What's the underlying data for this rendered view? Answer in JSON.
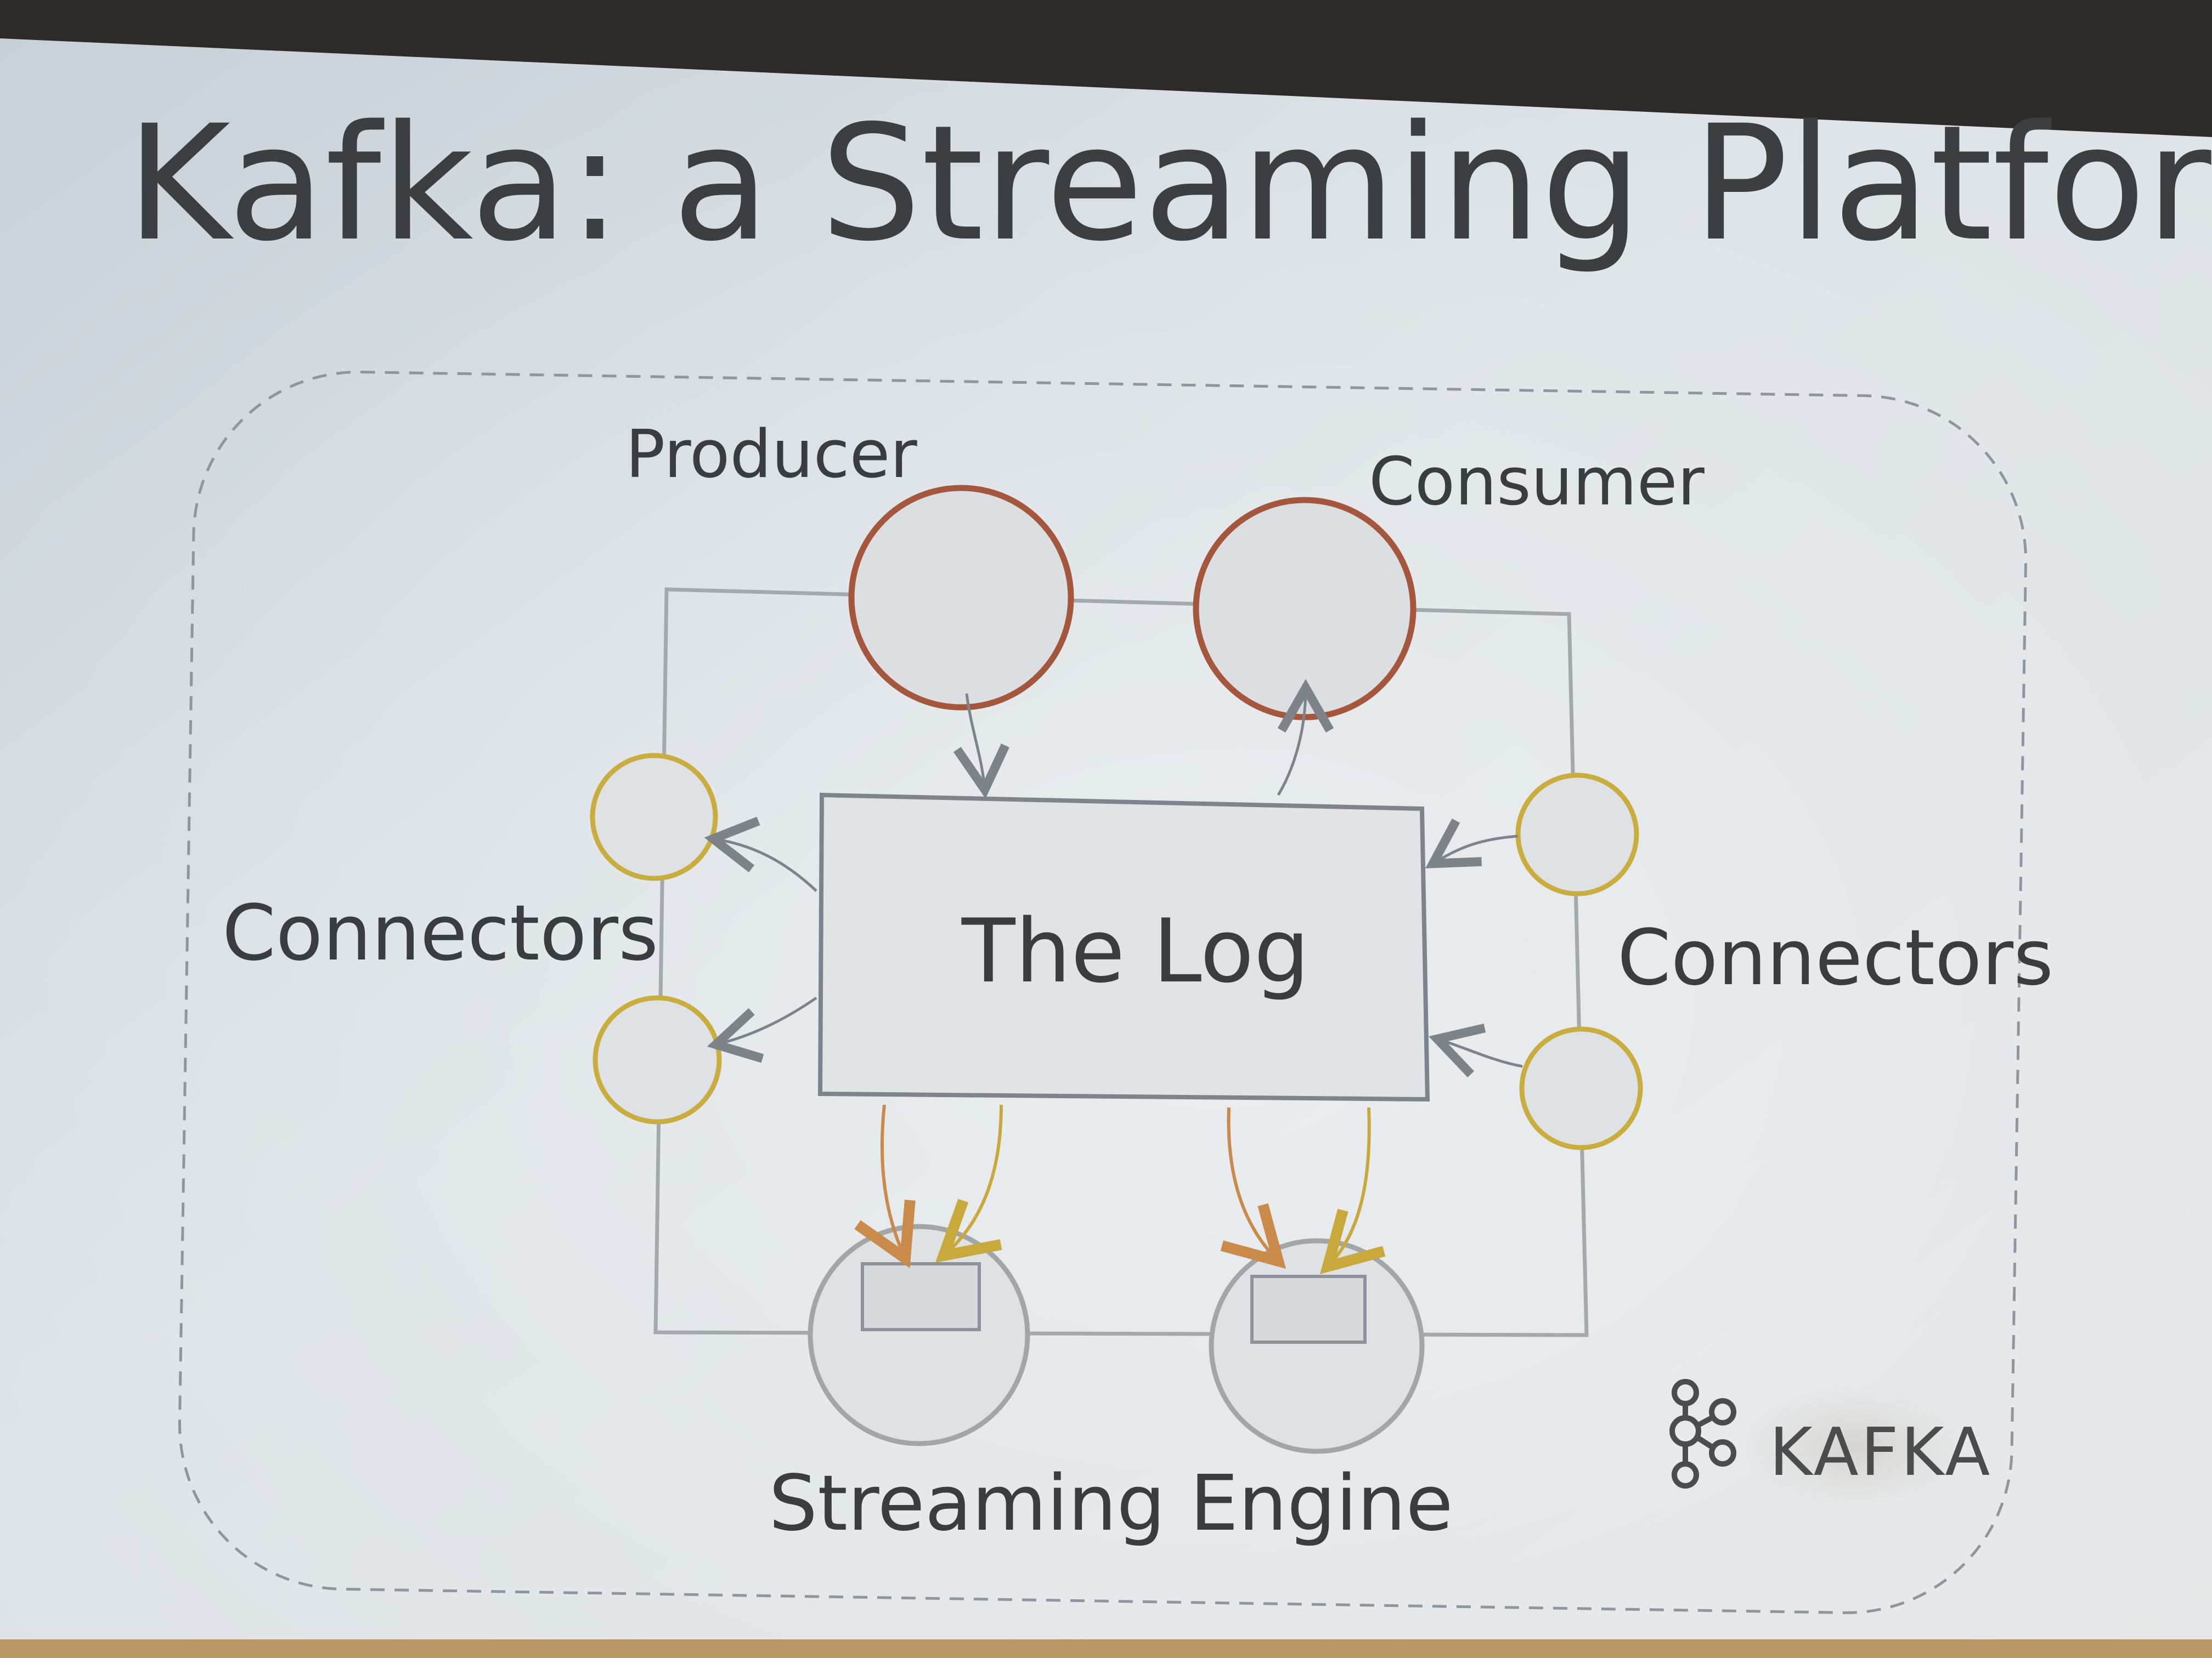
{
  "slide": {
    "title": "Kafka: a Streaming Platform"
  },
  "diagram": {
    "producer_label": "Producer",
    "consumer_label": "Consumer",
    "connectors_left_label": "Connectors",
    "connectors_right_label": "Connectors",
    "log_label": "The Log",
    "streaming_engine_label": "Streaming Engine"
  },
  "logo": {
    "text": "KAFKA"
  },
  "colors": {
    "producer_consumer_stroke": "#a5573d",
    "connector_stroke": "#c9ad3e",
    "engine_stroke": "#a2a6a8",
    "outer_box_stroke": "#9ea4a8",
    "arrow_orange": "#c98a4a",
    "arrow_yellow": "#c9a93c",
    "arrow_gray": "#7d8388",
    "text": "#3a3d40"
  }
}
